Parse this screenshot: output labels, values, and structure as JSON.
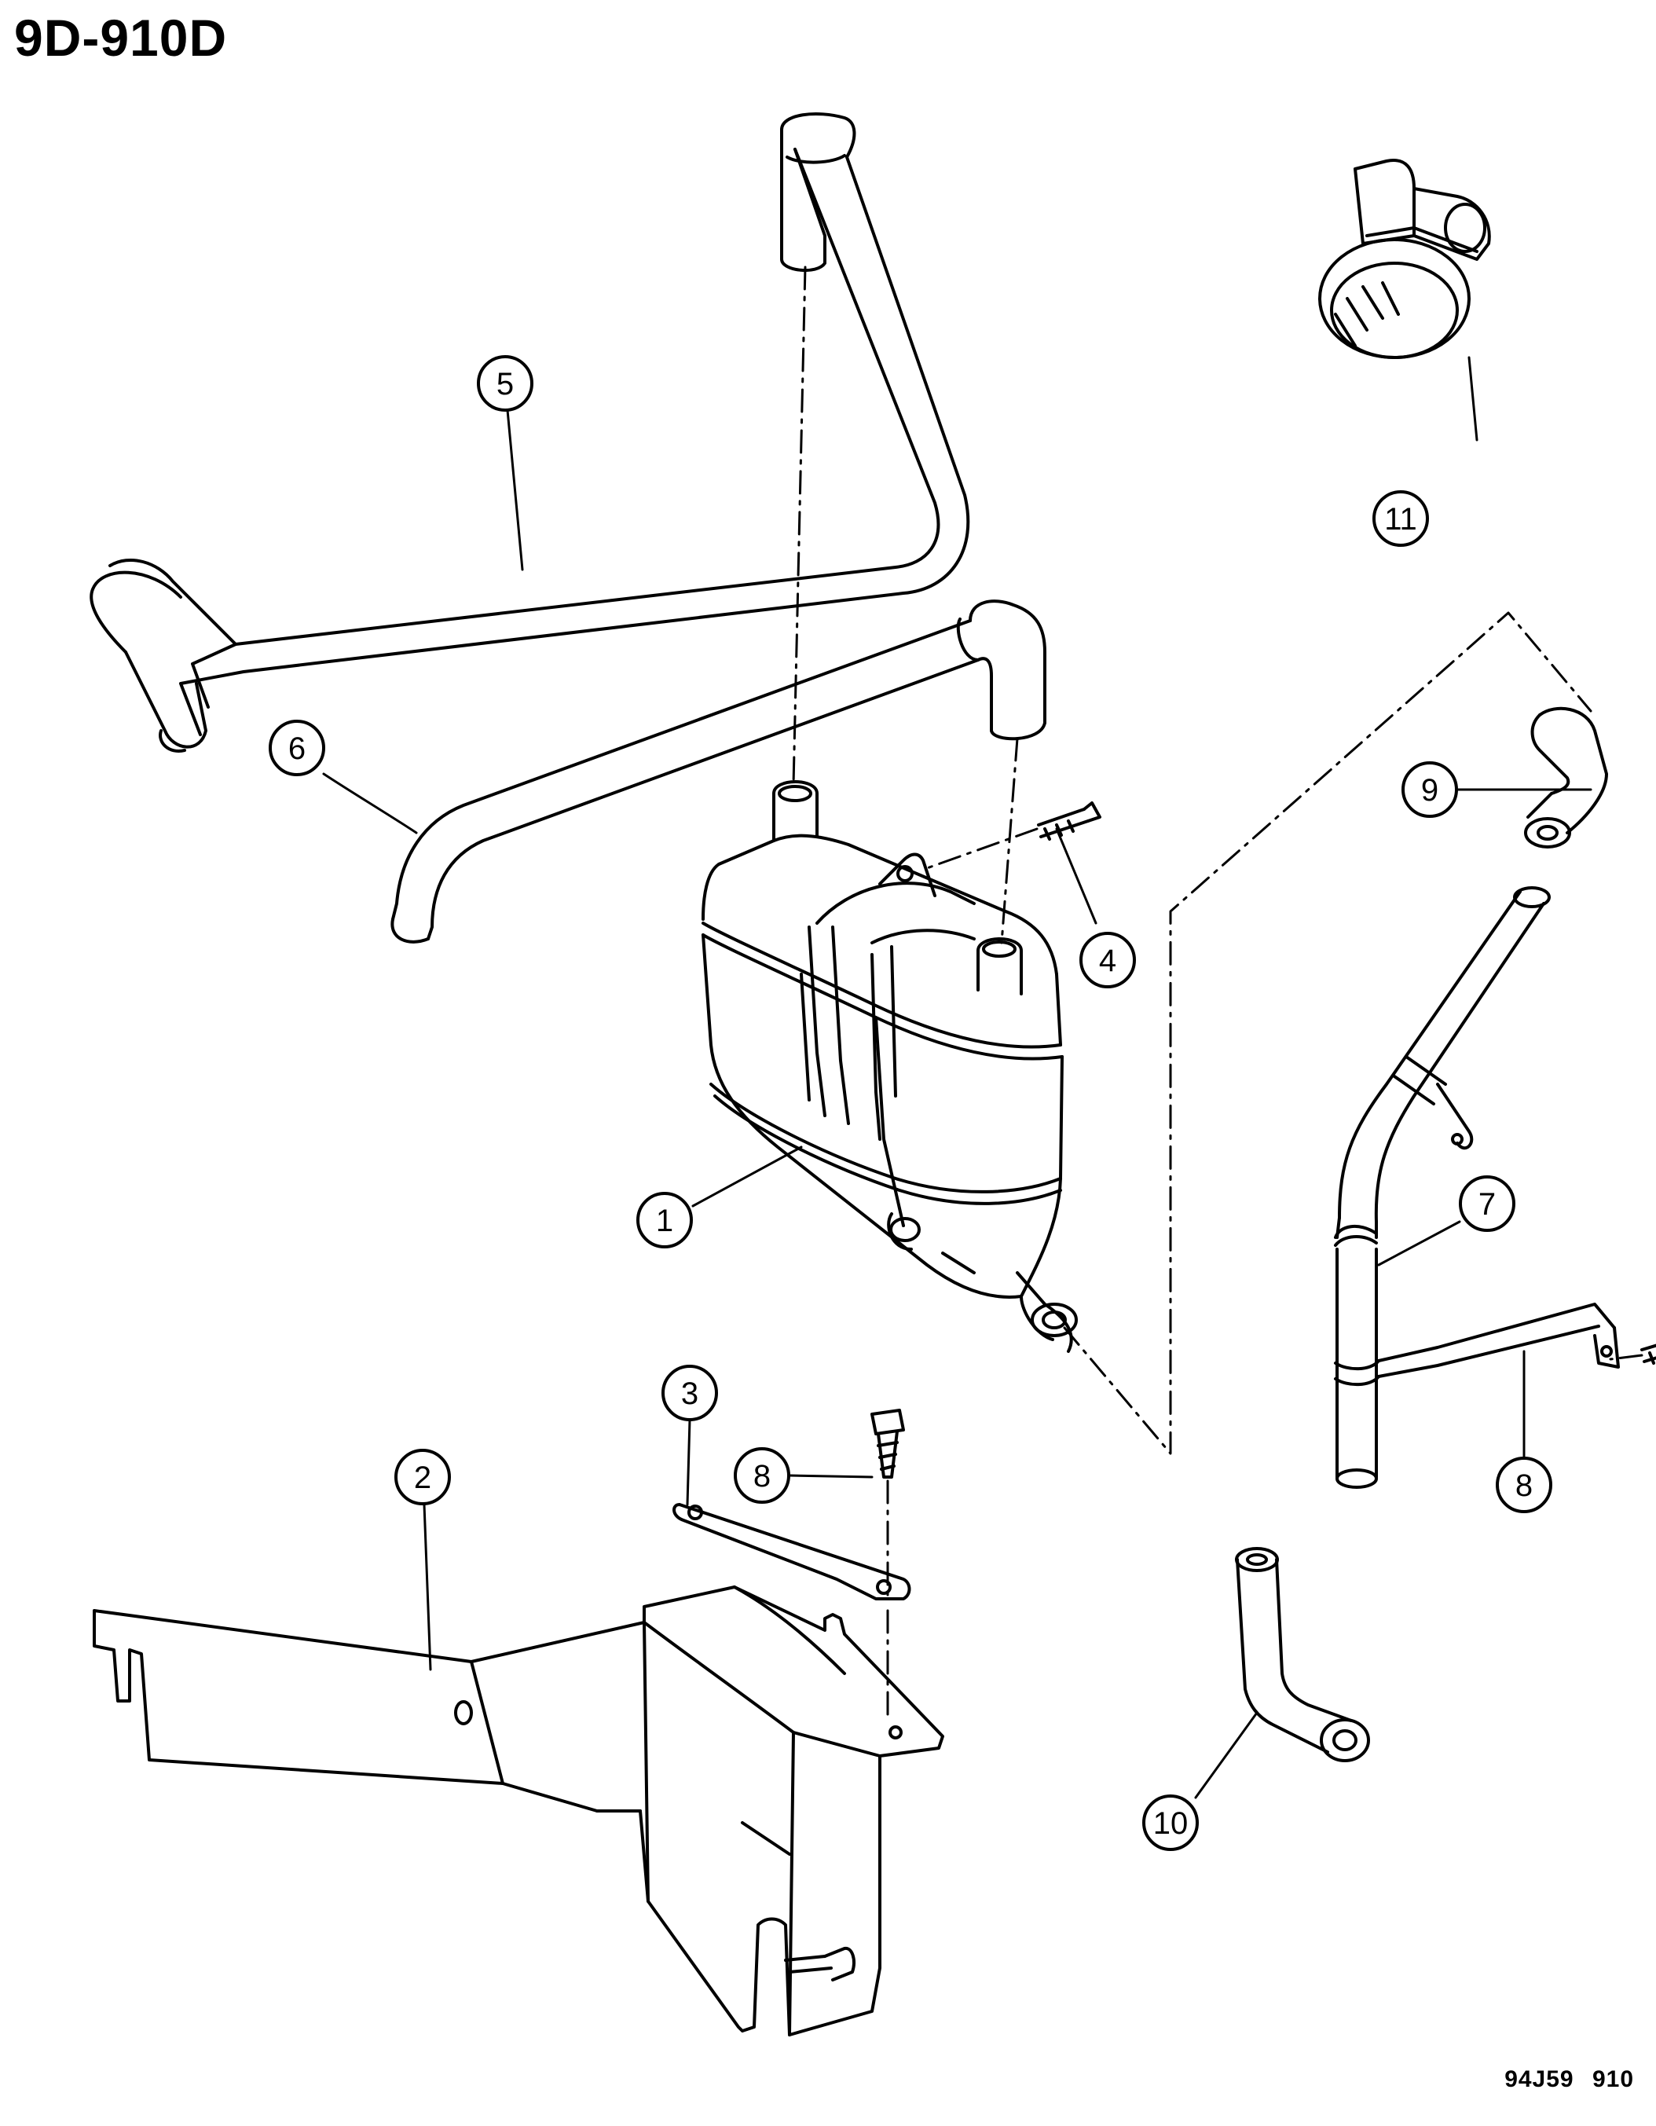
{
  "title": "9D-910D",
  "figure_code": "94J59  910",
  "callouts": {
    "c1": "1",
    "c2": "2",
    "c3": "3",
    "c4": "4",
    "c5": "5",
    "c6": "6",
    "c7": "7",
    "c8a": "8",
    "c8b": "8",
    "c9": "9",
    "c10": "10",
    "c11": "11"
  },
  "colors": {
    "ink": "#000000",
    "paper": "#ffffff"
  }
}
